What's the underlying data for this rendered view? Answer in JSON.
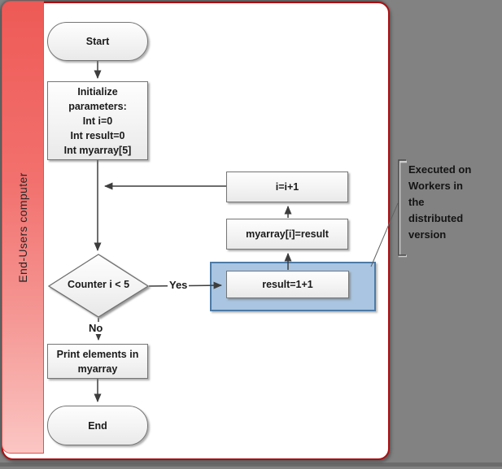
{
  "canvas": {
    "background_color": "#828282"
  },
  "panel": {
    "border_color": "#ab1013",
    "band": {
      "label": "End-Users computer",
      "gradient_top_color": "#ee5a56",
      "gradient_bottom_color": "#fbc6c3"
    }
  },
  "flowchart": {
    "nodes": {
      "start": {
        "label": "Start",
        "type": "terminator"
      },
      "initialize": {
        "label": "Initialize\nparameters:\nInt i=0\nInt result=0\nInt myarray[5]",
        "type": "process"
      },
      "decision": {
        "label": "Counter i < 5",
        "type": "decision"
      },
      "result": {
        "label": "result=1+1",
        "type": "process",
        "highlighted": true
      },
      "myarray_assign": {
        "label": "myarray[i]=result",
        "type": "process"
      },
      "increment": {
        "label": "i=i+1",
        "type": "process"
      },
      "print": {
        "label": "Print elements in\nmyarray",
        "type": "process"
      },
      "end": {
        "label": "End",
        "type": "terminator"
      }
    },
    "edge_labels": {
      "yes": "Yes",
      "no": "No"
    },
    "highlight": {
      "fill_color": "#a9c5e1",
      "border_color": "#4d7aa6"
    }
  },
  "annotation": {
    "text": "Executed on\nWorkers in\nthe\ndistributed\nversion"
  }
}
